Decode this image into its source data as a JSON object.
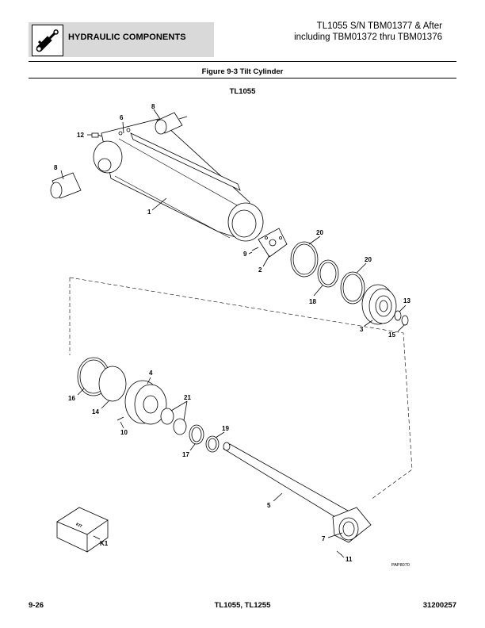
{
  "header": {
    "section_title": "HYDRAULIC COMPONENTS",
    "model_line1": "TL1055 S/N TBM01377 & After",
    "model_line2": "including TBM01372 thru TBM01376"
  },
  "figure": {
    "title": "Figure 9-3 Tilt Cylinder",
    "model_label": "TL1055",
    "figure_ref": "PAP8070",
    "kit_label": "KIT",
    "callouts": {
      "c1": "1",
      "c2": "2",
      "c3": "3",
      "c4": "4",
      "c5": "5",
      "c6": "6",
      "c7": "7",
      "c8a": "8",
      "c8b": "8",
      "c9": "9",
      "c10": "10",
      "c11": "11",
      "c12": "12",
      "c13": "13",
      "c14": "14",
      "c15": "15",
      "c16": "16",
      "c17": "17",
      "c18": "18",
      "c19": "19",
      "c20a": "20",
      "c20b": "20",
      "c21": "21",
      "ck1": "K1"
    }
  },
  "footer": {
    "page_number": "9-26",
    "models": "TL1055, TL1255",
    "doc_number": "31200257"
  }
}
